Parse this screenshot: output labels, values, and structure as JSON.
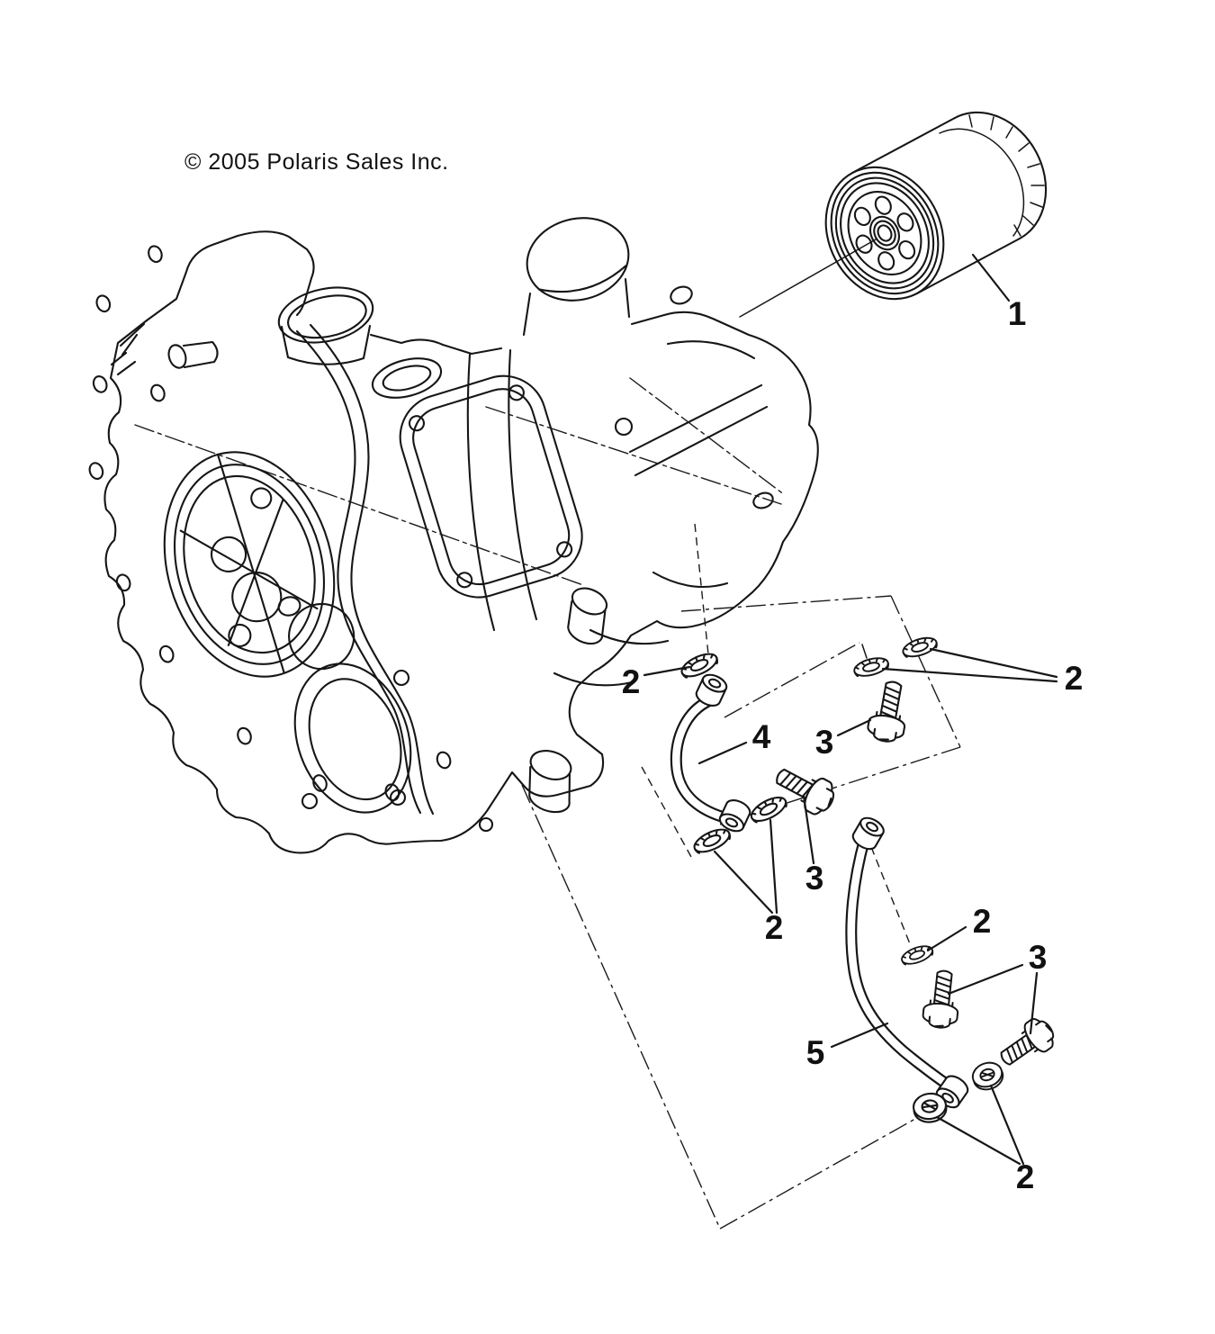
{
  "page": {
    "copyright": "© 2005 Polaris Sales Inc.",
    "background_color": "#ffffff",
    "line_color": "#161616"
  },
  "callouts": {
    "oil_filter": "1",
    "washer_mid_left": "2",
    "washer_mid_right": "2",
    "washer_mid_bottom": "2",
    "washer_low_top": "2",
    "washer_low_bottom": "2",
    "bolt_mid_upper": "3",
    "bolt_mid_lower": "3",
    "bolt_low": "3",
    "oil_line_upper": "4",
    "oil_line_lower": "5"
  }
}
